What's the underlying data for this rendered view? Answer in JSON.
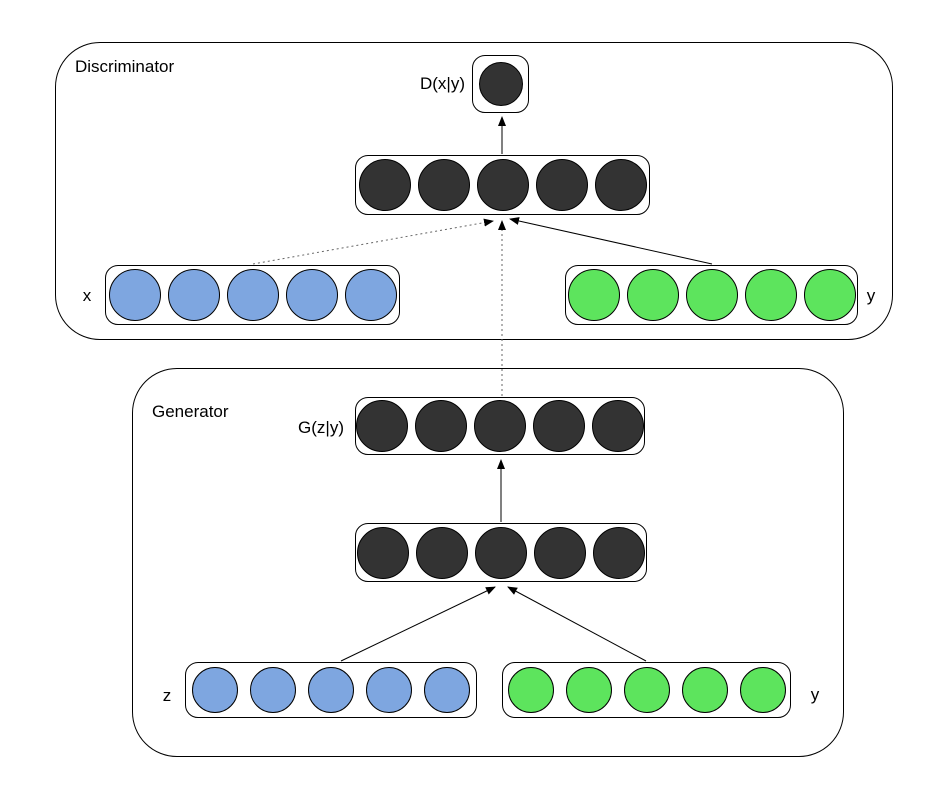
{
  "colors": {
    "node-blue": "#7EA6E0",
    "node-green": "#5DE45D",
    "node-dark": "#333333",
    "box-stroke": "#000000",
    "edge-solid": "#000000",
    "edge-dotted": "#666666"
  },
  "discriminator": {
    "title": "Discriminator",
    "output_label": "D(x|y)",
    "output_nodes": 1,
    "hidden_nodes": 5,
    "input_x": {
      "label": "x",
      "nodes": 5,
      "node_color": "#7EA6E0"
    },
    "input_y": {
      "label": "y",
      "nodes": 5,
      "node_color": "#5DE45D"
    }
  },
  "generator": {
    "title": "Generator",
    "output_label": "G(z|y)",
    "output_nodes": 5,
    "hidden_nodes": 5,
    "input_z": {
      "label": "z",
      "nodes": 5,
      "node_color": "#7EA6E0"
    },
    "input_y": {
      "label": "y",
      "nodes": 5,
      "node_color": "#5DE45D"
    }
  }
}
